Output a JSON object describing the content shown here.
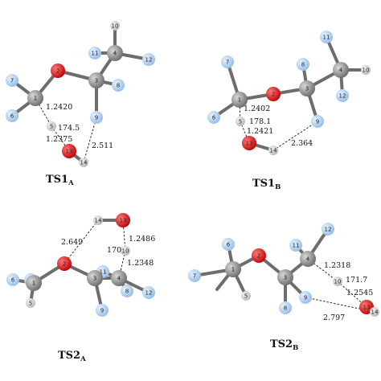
{
  "panels": [
    {
      "id": "ts1a",
      "title": "TS1",
      "subscript": "A",
      "atoms": [
        {
          "label": "7",
          "element": "H"
        },
        {
          "label": "2",
          "element": "O"
        },
        {
          "label": "10",
          "element": "Hw"
        },
        {
          "label": "4",
          "element": "C"
        },
        {
          "label": "11",
          "element": "H"
        },
        {
          "label": "12",
          "element": "H"
        },
        {
          "label": "3",
          "element": "C"
        },
        {
          "label": "8",
          "element": "H"
        },
        {
          "label": "1",
          "element": "C"
        },
        {
          "label": "6",
          "element": "H"
        },
        {
          "label": "5",
          "element": "Hw"
        },
        {
          "label": "9",
          "element": "H"
        },
        {
          "label": "13",
          "element": "O"
        },
        {
          "label": "14",
          "element": "Hw"
        }
      ],
      "measurements": [
        "1.2420",
        "174.5",
        "1.2375",
        "2.511"
      ]
    },
    {
      "id": "ts1b",
      "title": "TS1",
      "subscript": "B",
      "atoms": [
        {
          "label": "7",
          "element": "H"
        },
        {
          "label": "11",
          "element": "H"
        },
        {
          "label": "8",
          "element": "H"
        },
        {
          "label": "2",
          "element": "O"
        },
        {
          "label": "3",
          "element": "C"
        },
        {
          "label": "4",
          "element": "C"
        },
        {
          "label": "10",
          "element": "Hw"
        },
        {
          "label": "1",
          "element": "C"
        },
        {
          "label": "12",
          "element": "H"
        },
        {
          "label": "6",
          "element": "H"
        },
        {
          "label": "5",
          "element": "Hw"
        },
        {
          "label": "9",
          "element": "H"
        },
        {
          "label": "13",
          "element": "O"
        },
        {
          "label": "14",
          "element": "Hw"
        }
      ],
      "measurements": [
        "1.2402",
        "178.1",
        "1.2421",
        "2.364"
      ]
    },
    {
      "id": "ts2a",
      "title": "TS2",
      "subscript": "A",
      "atoms": [
        {
          "label": "14",
          "element": "Hw"
        },
        {
          "label": "13",
          "element": "O"
        },
        {
          "label": "10",
          "element": "Hw"
        },
        {
          "label": "11",
          "element": "H"
        },
        {
          "label": "7",
          "element": "H"
        },
        {
          "label": "2",
          "element": "O"
        },
        {
          "label": "4",
          "element": "C"
        },
        {
          "label": "6",
          "element": "H"
        },
        {
          "label": "1",
          "element": "C"
        },
        {
          "label": "3",
          "element": "C"
        },
        {
          "label": "8",
          "element": "H"
        },
        {
          "label": "12",
          "element": "H"
        },
        {
          "label": "5",
          "element": "Hw"
        },
        {
          "label": "9",
          "element": "H"
        }
      ],
      "measurements": [
        "2.649",
        "1.2486",
        "170",
        "1.2348"
      ]
    },
    {
      "id": "ts2b",
      "title": "TS2",
      "subscript": "B",
      "atoms": [
        {
          "label": "6",
          "element": "H"
        },
        {
          "label": "2",
          "element": "O"
        },
        {
          "label": "11",
          "element": "H"
        },
        {
          "label": "12",
          "element": "H"
        },
        {
          "label": "7",
          "element": "H"
        },
        {
          "label": "1",
          "element": "C"
        },
        {
          "label": "4",
          "element": "C"
        },
        {
          "label": "3",
          "element": "C"
        },
        {
          "label": "10",
          "element": "Hw"
        },
        {
          "label": "5",
          "element": "Hw"
        },
        {
          "label": "9",
          "element": "H"
        },
        {
          "label": "8",
          "element": "H"
        },
        {
          "label": "13",
          "element": "O"
        },
        {
          "label": "14",
          "element": "Hw"
        }
      ],
      "measurements": [
        "1.2318",
        "171.7",
        "1.2545",
        "2.797"
      ]
    }
  ],
  "colors": {
    "C": "#8c8c8c",
    "O": "#e01010",
    "H": "#a9cdf2",
    "Hw": "#d6d6d6",
    "bond": "#6d6d6d",
    "text": "#111111"
  }
}
